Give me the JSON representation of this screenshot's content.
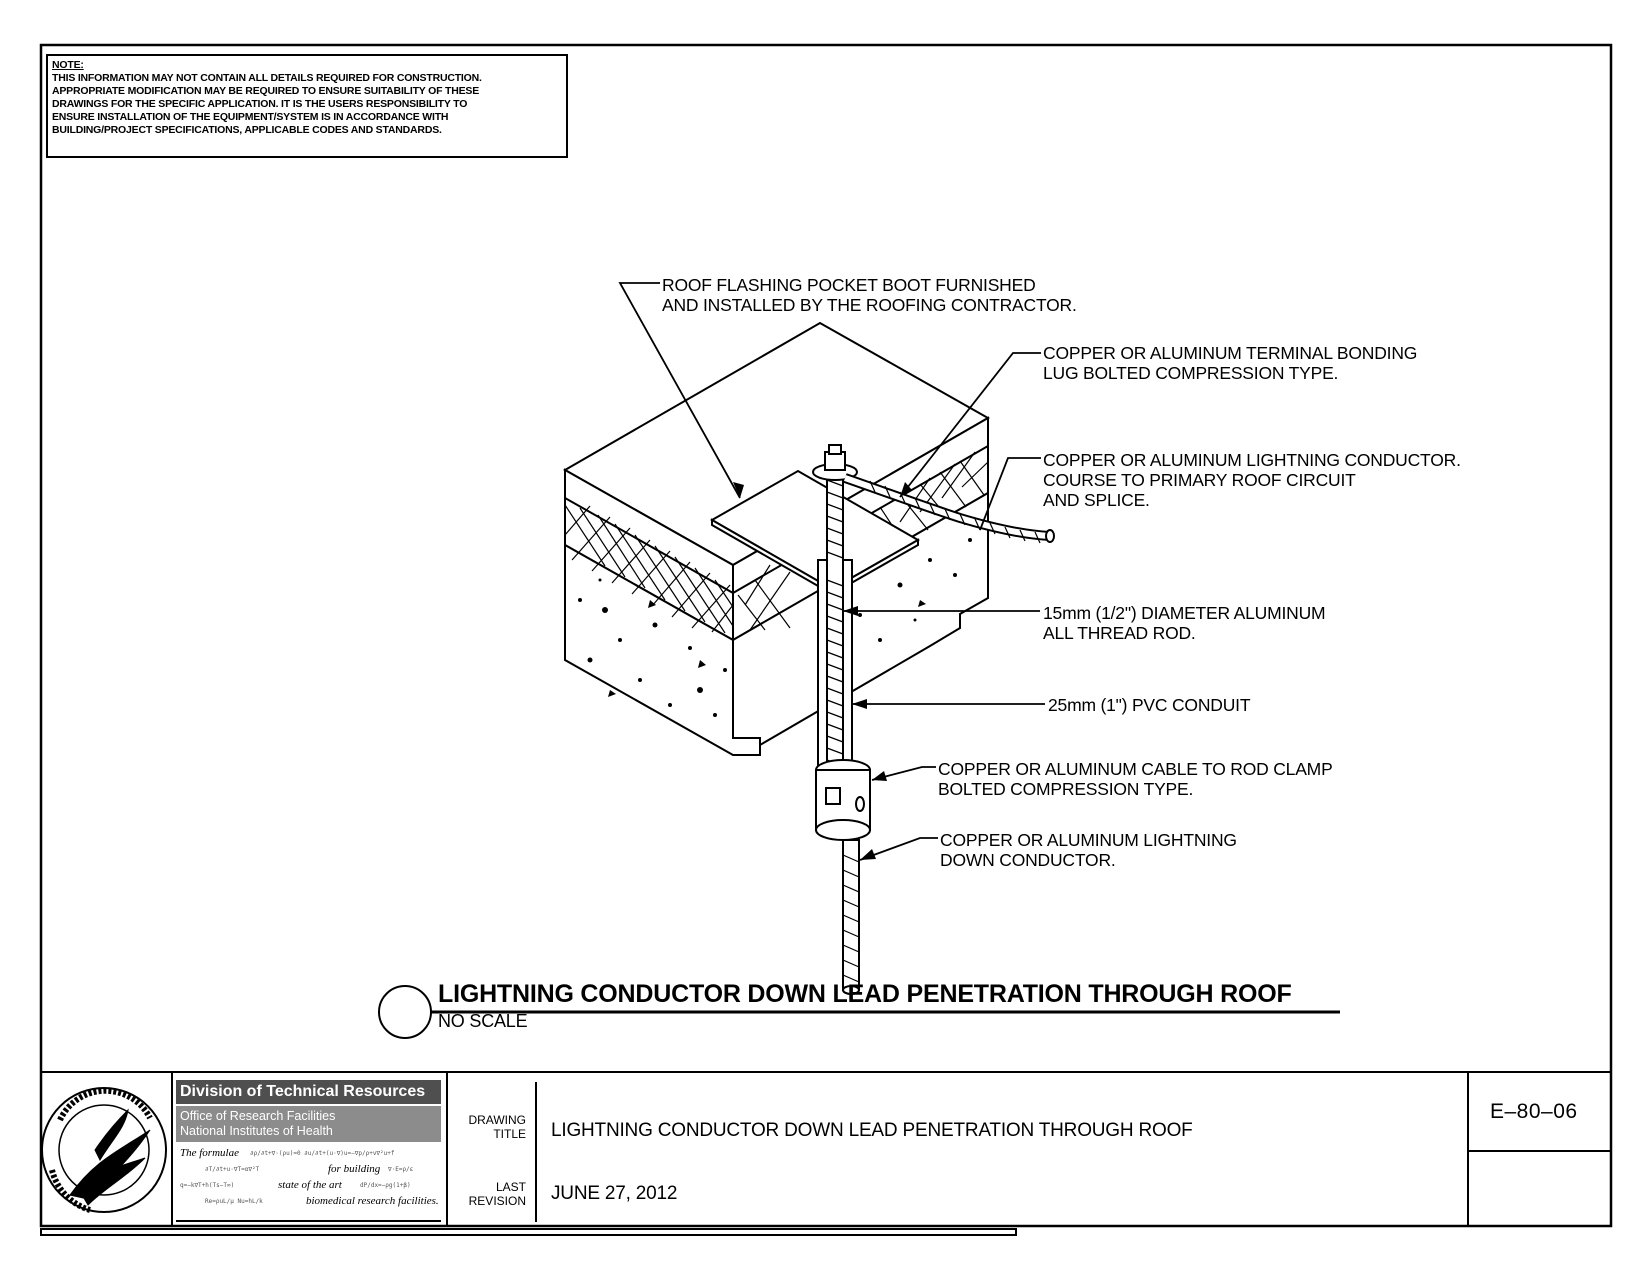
{
  "note": {
    "heading": "NOTE:",
    "lines": [
      "THIS INFORMATION MAY NOT CONTAIN ALL DETAILS REQUIRED FOR CONSTRUCTION.",
      "APPROPRIATE MODIFICATION MAY BE REQUIRED TO ENSURE SUITABILITY OF THESE",
      "DRAWINGS FOR THE SPECIFIC APPLICATION.  IT IS THE USERS RESPONSIBILITY TO",
      "ENSURE INSTALLATION OF THE EQUIPMENT/SYSTEM IS IN ACCORDANCE WITH",
      "BUILDING/PROJECT SPECIFICATIONS, APPLICABLE CODES AND STANDARDS."
    ]
  },
  "callouts": {
    "flashing": "ROOF FLASHING POCKET BOOT FURNISHED\nAND INSTALLED BY THE ROOFING CONTRACTOR.",
    "lug": "COPPER OR ALUMINUM TERMINAL BONDING\nLUG BOLTED COMPRESSION TYPE.",
    "conductor": "COPPER OR ALUMINUM LIGHTNING CONDUCTOR.\nCOURSE TO PRIMARY ROOF CIRCUIT\nAND SPLICE.",
    "rod": "15mm (1/2\") DIAMETER ALUMINUM\nALL THREAD ROD.",
    "conduit": "25mm (1\") PVC CONDUIT",
    "clamp": "COPPER OR ALUMINUM CABLE TO ROD CLAMP\nBOLTED COMPRESSION TYPE.",
    "down": "COPPER OR ALUMINUM LIGHTNING\nDOWN CONDUCTOR."
  },
  "detail": {
    "title": "LIGHTNING CONDUCTOR DOWN LEAD PENETRATION THROUGH ROOF",
    "scale": "NO SCALE"
  },
  "title_block": {
    "org_name": "Division of Technical Resources",
    "org_sub1": "Office of Research Facilities",
    "org_sub2": "National Institutes of Health",
    "tagline_1": "The formulae",
    "tagline_2": "for building",
    "tagline_3": "state of the art",
    "tagline_4": "biomedical research facilities.",
    "drawing_title_label_1": "DRAWING",
    "drawing_title_label_2": "TITLE",
    "drawing_title": "LIGHTNING CONDUCTOR DOWN LEAD PENETRATION THROUGH ROOF",
    "last_revision_label_1": "LAST",
    "last_revision_label_2": "REVISION",
    "last_revision": "JUNE 27, 2012",
    "drawing_number": "E–80–06"
  }
}
